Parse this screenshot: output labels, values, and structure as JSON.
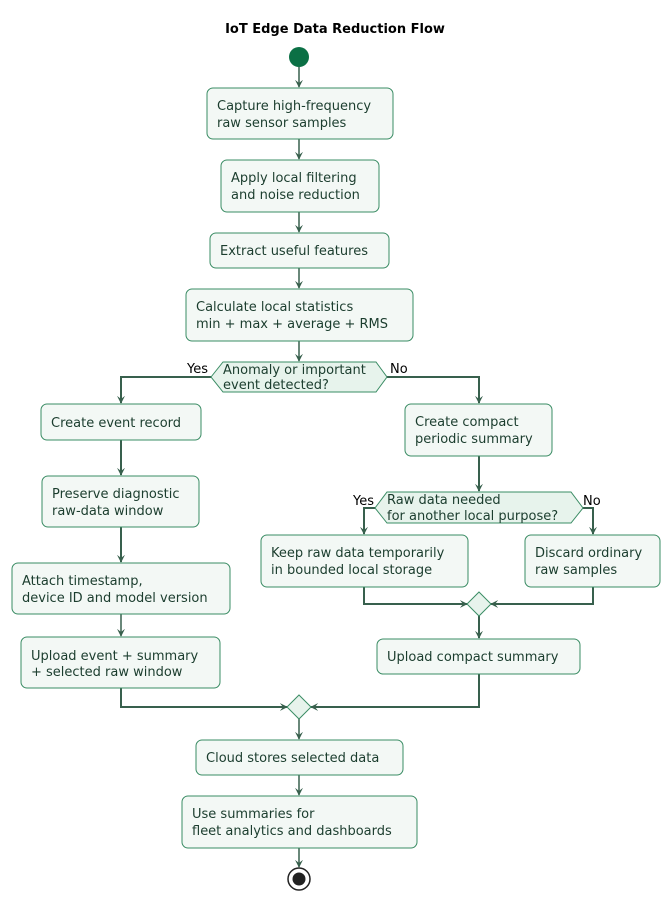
{
  "title": "IoT Edge Data Reduction Flow",
  "nodes": {
    "capture": [
      "Capture high-frequency",
      "raw sensor samples"
    ],
    "filter": [
      "Apply local filtering",
      "and noise reduction"
    ],
    "extract": [
      "Extract useful features"
    ],
    "stats": [
      "Calculate local statistics",
      "min + max + average + RMS"
    ],
    "event_record": [
      "Create event record"
    ],
    "preserve": [
      "Preserve diagnostic",
      "raw-data window"
    ],
    "attach": [
      "Attach timestamp,",
      "device ID and model version"
    ],
    "upload_event": [
      "Upload event + summary",
      "+ selected raw window"
    ],
    "compact": [
      "Create compact",
      "periodic summary"
    ],
    "keep_raw": [
      "Keep raw data temporarily",
      "in bounded local storage"
    ],
    "discard": [
      "Discard ordinary",
      "raw samples"
    ],
    "upload_compact": [
      "Upload compact summary"
    ],
    "cloud": [
      "Cloud stores selected data"
    ],
    "summaries": [
      "Use summaries for",
      "fleet analytics and dashboards"
    ]
  },
  "decisions": {
    "anomaly": {
      "text": [
        "Anomaly or important",
        "event detected?"
      ],
      "yes": "Yes",
      "no": "No"
    },
    "raw_needed": {
      "text": [
        "Raw data needed",
        "for another local purpose?"
      ],
      "yes": "Yes",
      "no": "No"
    }
  },
  "colors": {
    "start": "#0b7045",
    "node_fill": "#f3f8f5",
    "node_stroke": "#3a8c64",
    "decision_fill": "#e7f3ec",
    "edge": "#38604d",
    "text": "#1b3d2e"
  }
}
